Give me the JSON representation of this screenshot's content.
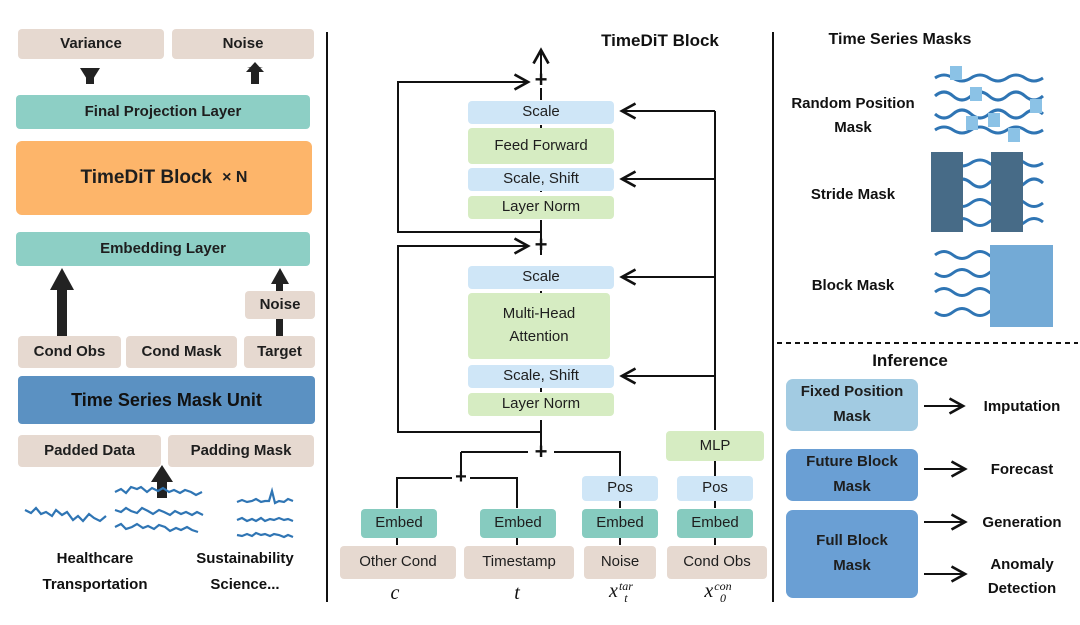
{
  "left": {
    "variance": "Variance",
    "noise_top": "Noise",
    "final_projection": "Final Projection Layer",
    "timedit_block": "TimeDiT Block",
    "times_n": "× N",
    "embedding_layer": "Embedding Layer",
    "noise_small": "Noise",
    "cond_obs": "Cond Obs",
    "cond_mask": "Cond Mask",
    "target": "Target",
    "mask_unit": "Time Series Mask Unit",
    "padded_data": "Padded Data",
    "padding_mask": "Padding Mask",
    "domain1_line1": "Healthcare",
    "domain1_line2": "Transportation",
    "domain2_line1": "Sustainability",
    "domain2_line2": "Science..."
  },
  "center": {
    "title": "TimeDiT Block",
    "scale_top": "Scale",
    "feed_forward": "Feed Forward",
    "scale_shift_top": "Scale, Shift",
    "layer_norm_top": "Layer Norm",
    "scale_mid": "Scale",
    "mha_line1": "Multi-Head",
    "mha_line2": "Attention",
    "scale_shift_bottom": "Scale, Shift",
    "layer_norm_bottom": "Layer Norm",
    "plus": "+",
    "mlp": "MLP",
    "pos1": "Pos",
    "pos2": "Pos",
    "embed": "Embed",
    "in_other_cond": "Other Cond",
    "in_timestamp": "Timestamp",
    "in_noise": "Noise",
    "in_cond_obs": "Cond Obs",
    "sym_c": "c",
    "sym_t": "t",
    "sym_x": "x",
    "sym_xt_sub": "t",
    "sym_xt_sup": "tar",
    "sym_x0_sub": "0",
    "sym_x0_sup": "con"
  },
  "right": {
    "masks_title": "Time Series Masks",
    "random_line1": "Random Position",
    "random_line2": "Mask",
    "stride": "Stride Mask",
    "block": "Block Mask",
    "inference_title": "Inference",
    "fixed_line1": "Fixed Position",
    "fixed_line2": "Mask",
    "future_line1": "Future Block",
    "future_line2": "Mask",
    "full_line1": "Full Block",
    "full_line2": "Mask",
    "imputation": "Imputation",
    "forecast": "Forecast",
    "generation": "Generation",
    "anomaly_line1": "Anomaly",
    "anomaly_line2": "Detection"
  },
  "colors": {
    "beige": "#e6d9d0",
    "teal": "#8dcfc5",
    "orange": "#fdb56a",
    "steel_blue": "#5b91c2",
    "light_blue": "#cfe6f7",
    "light_green": "#d6ecc2",
    "embed_teal": "#86cbbf",
    "mask_dark": "#476b87",
    "mask_light": "#73aad6",
    "wave": "#2f75b4",
    "inf_fixed": "#a2cbe2",
    "inf_block": "#6a9fd4"
  }
}
